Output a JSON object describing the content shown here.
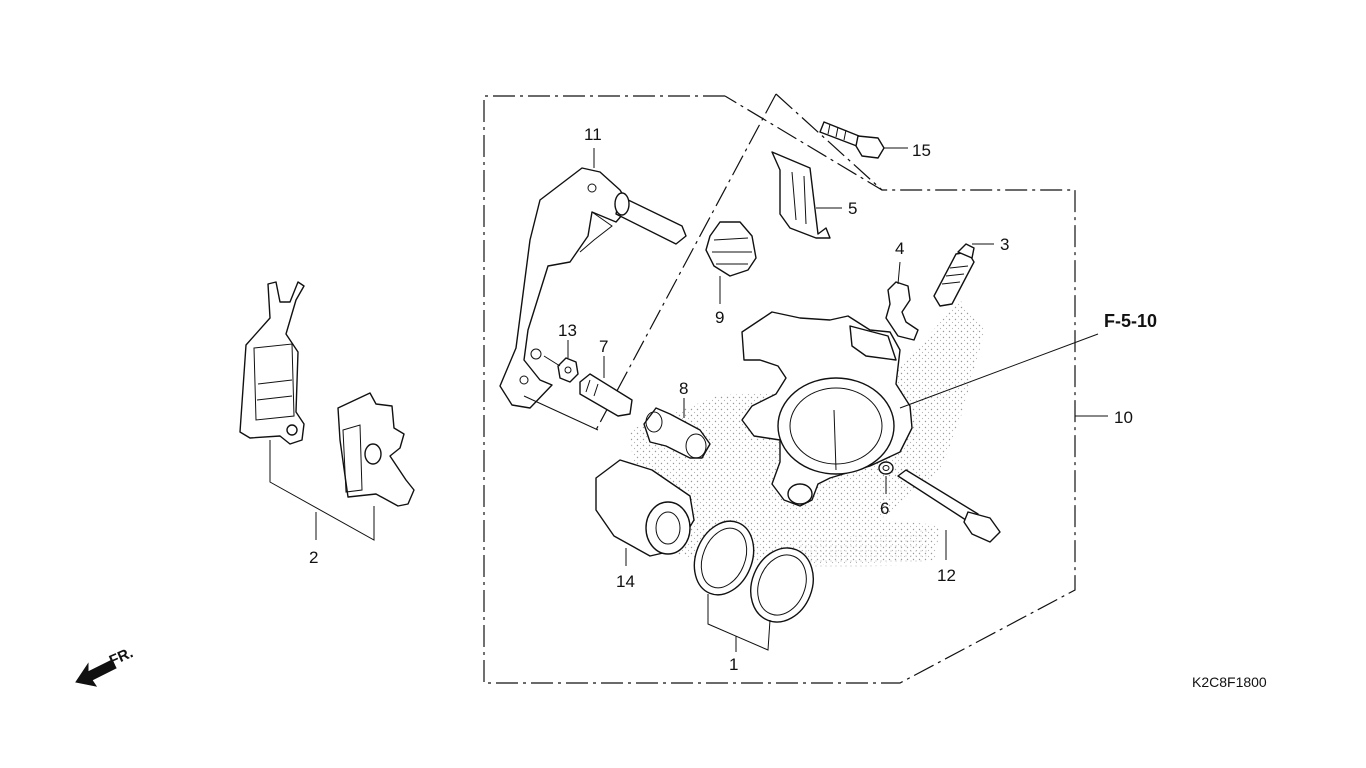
{
  "diagram": {
    "parts": [
      {
        "id": "part-1",
        "label": "1"
      },
      {
        "id": "part-2",
        "label": "2"
      },
      {
        "id": "part-3",
        "label": "3"
      },
      {
        "id": "part-4",
        "label": "4"
      },
      {
        "id": "part-5",
        "label": "5"
      },
      {
        "id": "part-6",
        "label": "6"
      },
      {
        "id": "part-7",
        "label": "7"
      },
      {
        "id": "part-8",
        "label": "8"
      },
      {
        "id": "part-9",
        "label": "9"
      },
      {
        "id": "part-10",
        "label": "10"
      },
      {
        "id": "part-11",
        "label": "11"
      },
      {
        "id": "part-12",
        "label": "12"
      },
      {
        "id": "part-13",
        "label": "13"
      },
      {
        "id": "part-14",
        "label": "14"
      },
      {
        "id": "part-15",
        "label": "15"
      }
    ],
    "reference": "F-5-10",
    "front_arrow": "FR.",
    "drawing_code": "K2C8F1800"
  }
}
